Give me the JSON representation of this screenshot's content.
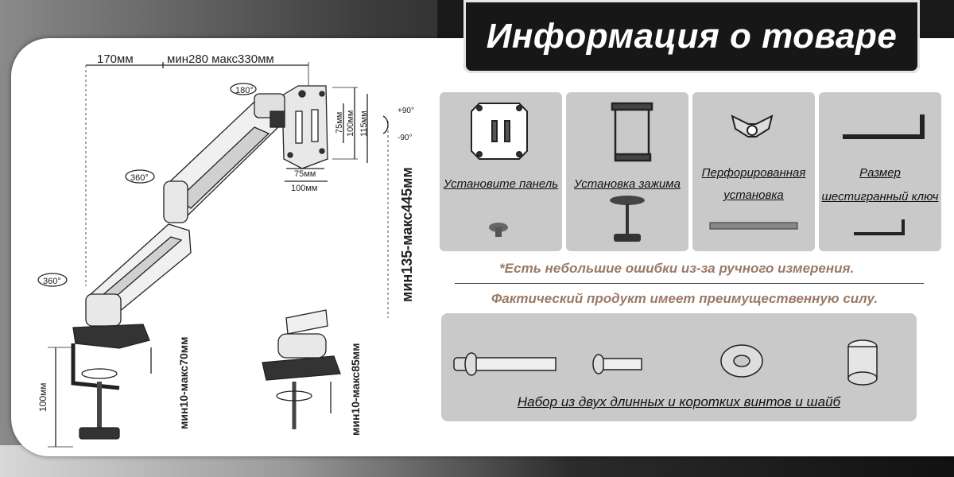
{
  "title": "Информация о товаре",
  "dimensions": {
    "top_left": "170мм",
    "top_span": "мин280 макс330мм",
    "rot180": "180°",
    "rot360a": "360°",
    "rot360b": "360°",
    "tilt_up": "+90°",
    "tilt_down": "-90°",
    "vesa75v": "75мм",
    "vesa100v": "100мм",
    "height115": "115мм",
    "vesa75h": "75мм",
    "vesa100h": "100мм",
    "height_range": "мин135-макс445мм",
    "clamp_height": "100мм",
    "clamp_range": "мин10-макс70мм",
    "grommet_range": "мин10-макс85мм"
  },
  "cards": [
    {
      "label": "Установите панель",
      "icon": "vesa-plate-icon"
    },
    {
      "label": "Установка зажима",
      "icon": "clamp-icon"
    },
    {
      "label_line1": "Перфорированная",
      "label_line2": "установка",
      "icon": "wing-nut-icon"
    },
    {
      "label_line1": "Размер",
      "label_line2": "шестигранный ключ",
      "icon": "hex-key-icon"
    }
  ],
  "notes": {
    "line1": "*Есть небольшие ошибки из-за ручного измерения.",
    "line2": "Фактический продукт имеет преимущественную силу."
  },
  "screws_label": "Набор из двух длинных и коротких винтов и шайб"
}
